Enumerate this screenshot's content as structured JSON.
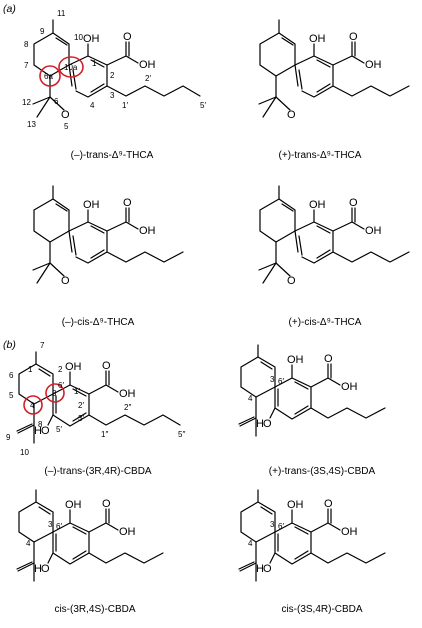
{
  "panels": [
    {
      "label": "(a)",
      "structures": [
        {
          "caption": "(–)-trans-Δ⁹-THCA",
          "numbered": true
        },
        {
          "caption": "(+)-trans-Δ⁹-THCA",
          "numbered": false
        },
        {
          "caption": "(–)-cis-Δ⁹-THCA",
          "numbered": false
        },
        {
          "caption": "(+)-cis-Δ⁹-THCA",
          "numbered": false
        }
      ]
    },
    {
      "label": "(b)",
      "structures": [
        {
          "caption": "(–)-trans-(3R,4R)-CBDA",
          "numbered": true
        },
        {
          "caption": "(+)-trans-(3S,4S)-CBDA",
          "numbered": false
        },
        {
          "caption": "cis-(3R,4S)-CBDA",
          "numbered": false
        },
        {
          "caption": "cis-(3S,4R)-CBDA",
          "numbered": false
        }
      ]
    }
  ],
  "atoms": {
    "oh": "OH",
    "o": "O",
    "h": "H"
  },
  "thca_numbers": [
    "11",
    "9",
    "10",
    "10a",
    "8",
    "7",
    "6a",
    "12",
    "6",
    "13",
    "5",
    "1",
    "2",
    "3",
    "4",
    "1′",
    "2′",
    "5′"
  ],
  "cbda_numbers": [
    "7",
    "1",
    "2",
    "6",
    "5",
    "4",
    "3",
    "9",
    "8",
    "10",
    "6′",
    "1′",
    "2′",
    "3′",
    "5′",
    "1″",
    "2″",
    "5″"
  ],
  "cbda_small_numbers": [
    "4",
    "3",
    "6′"
  ],
  "highlight_color": "#d21f2a"
}
